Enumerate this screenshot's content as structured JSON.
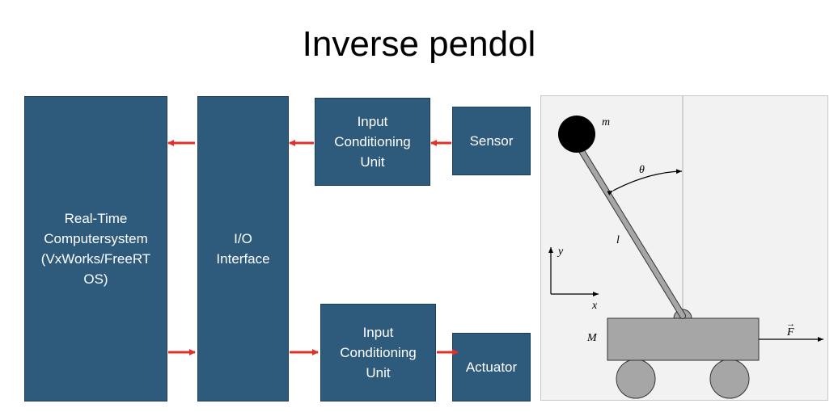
{
  "title": "Inverse pendol",
  "blocks": {
    "rtcs": "Real-Time\nComputersystem\n(VxWorks/FreeRT\nOS)",
    "io": "I/O\nInterface",
    "icu_top": "Input\nConditioning\nUnit",
    "sensor": "Sensor",
    "icu_bottom": "Input\nConditioning\nUnit",
    "actuator": "Actuator"
  },
  "pendulum": {
    "mass_label": "m",
    "angle_label": "θ",
    "length_label": "l",
    "y_label": "y",
    "x_label": "x",
    "cart_label": "M",
    "force_label": "F",
    "force_vector_mark": "→"
  },
  "colors": {
    "block": "#2e5a7c",
    "arrow": "#e0302a",
    "cart": "#a6a6a6",
    "panel": "#f2f2f2"
  }
}
